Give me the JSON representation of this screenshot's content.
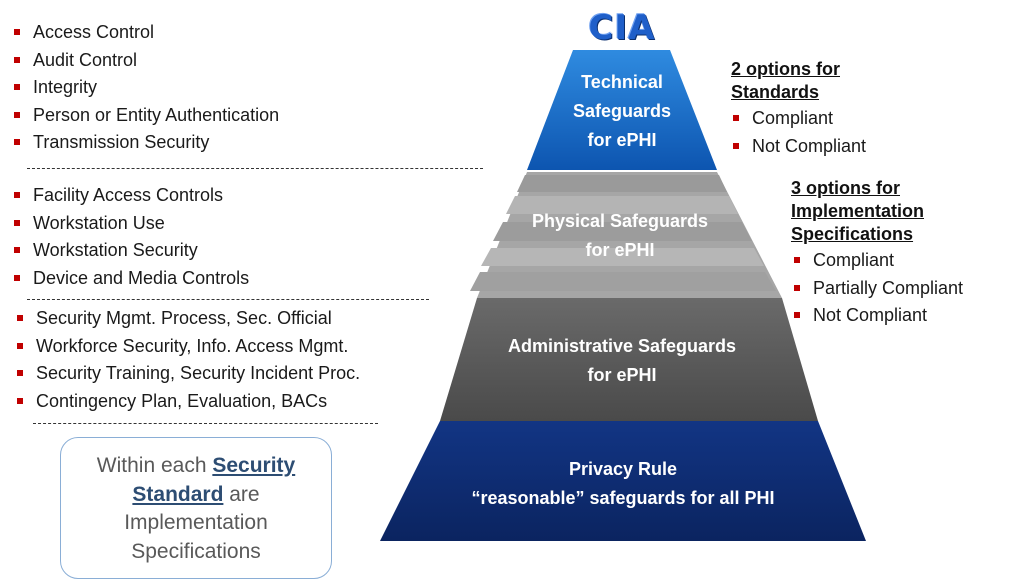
{
  "title": "CIA",
  "left_lists": {
    "technical": [
      "Access Control",
      "Audit Control",
      "Integrity",
      "Person or Entity Authentication",
      "Transmission Security"
    ],
    "physical": [
      "Facility Access Controls",
      "Workstation Use",
      "Workstation Security",
      "Device and Media Controls"
    ],
    "administrative": [
      "Security Mgmt. Process, Sec. Official",
      "Workforce Security, Info. Access Mgmt.",
      "Security Training, Security Incident Proc.",
      "Contingency Plan, Evaluation, BACs"
    ]
  },
  "pyramid": {
    "technical": {
      "line1": "Technical",
      "line2": "Safeguards",
      "line3": "for ePHI",
      "color": "#1565c0"
    },
    "physical": {
      "line1": "Physical Safeguards",
      "line2": "for ePHI",
      "color": "#a8a8a8"
    },
    "administrative": {
      "line1": "Administrative Safeguards",
      "line2": "for ePHI",
      "color": "#5a5a5a"
    },
    "privacy": {
      "line1": "Privacy Rule",
      "line2": "“reasonable” safeguards for all PHI",
      "color": "#0f2b6b"
    }
  },
  "standards": {
    "heading_line1": "2 options for",
    "heading_line2": "Standards",
    "options": [
      "Compliant",
      "Not Compliant"
    ]
  },
  "implementation": {
    "heading_line1": "3 options for",
    "heading_line2": "Implementation",
    "heading_line3": "Specifications",
    "options": [
      "Compliant",
      "Partially Compliant",
      "Not Compliant"
    ]
  },
  "callout": {
    "part1": "Within each ",
    "emph1": "Security",
    "emph2": "Standard",
    "part2": " are",
    "line3": "Implementation",
    "line4": "Specifications"
  }
}
